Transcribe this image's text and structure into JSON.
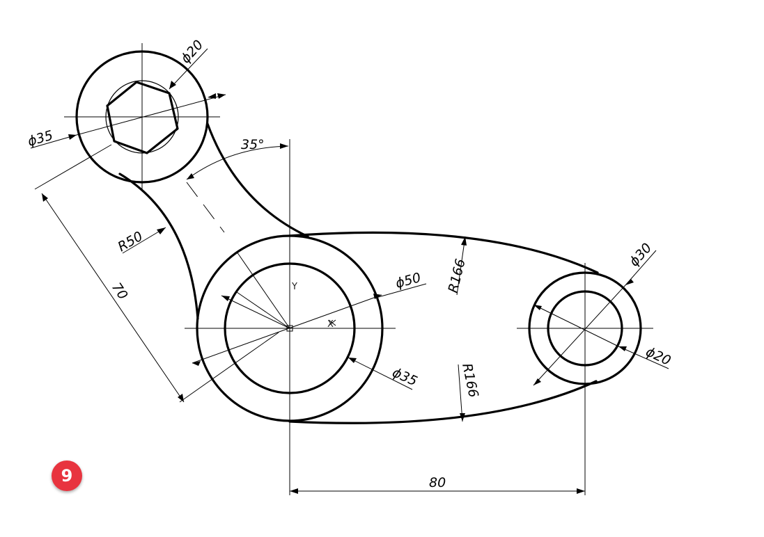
{
  "drawing": {
    "dimensions": {
      "top_hole_dia": "ϕ20",
      "top_boss_dia": "ϕ35",
      "angle": "35°",
      "arm_radius": "R50",
      "center_distance_oblique": "70",
      "main_boss_dia": "ϕ50",
      "main_hole_dia": "ϕ35",
      "upper_arc_radius": "R166",
      "lower_arc_radius": "R166",
      "right_boss_dia": "ϕ30",
      "right_hole_dia": "ϕ20",
      "horizontal_distance": "80"
    },
    "axis_labels": {
      "x": "X",
      "y": "Y"
    }
  },
  "badge": {
    "number": "9",
    "color": "#e8343f"
  }
}
